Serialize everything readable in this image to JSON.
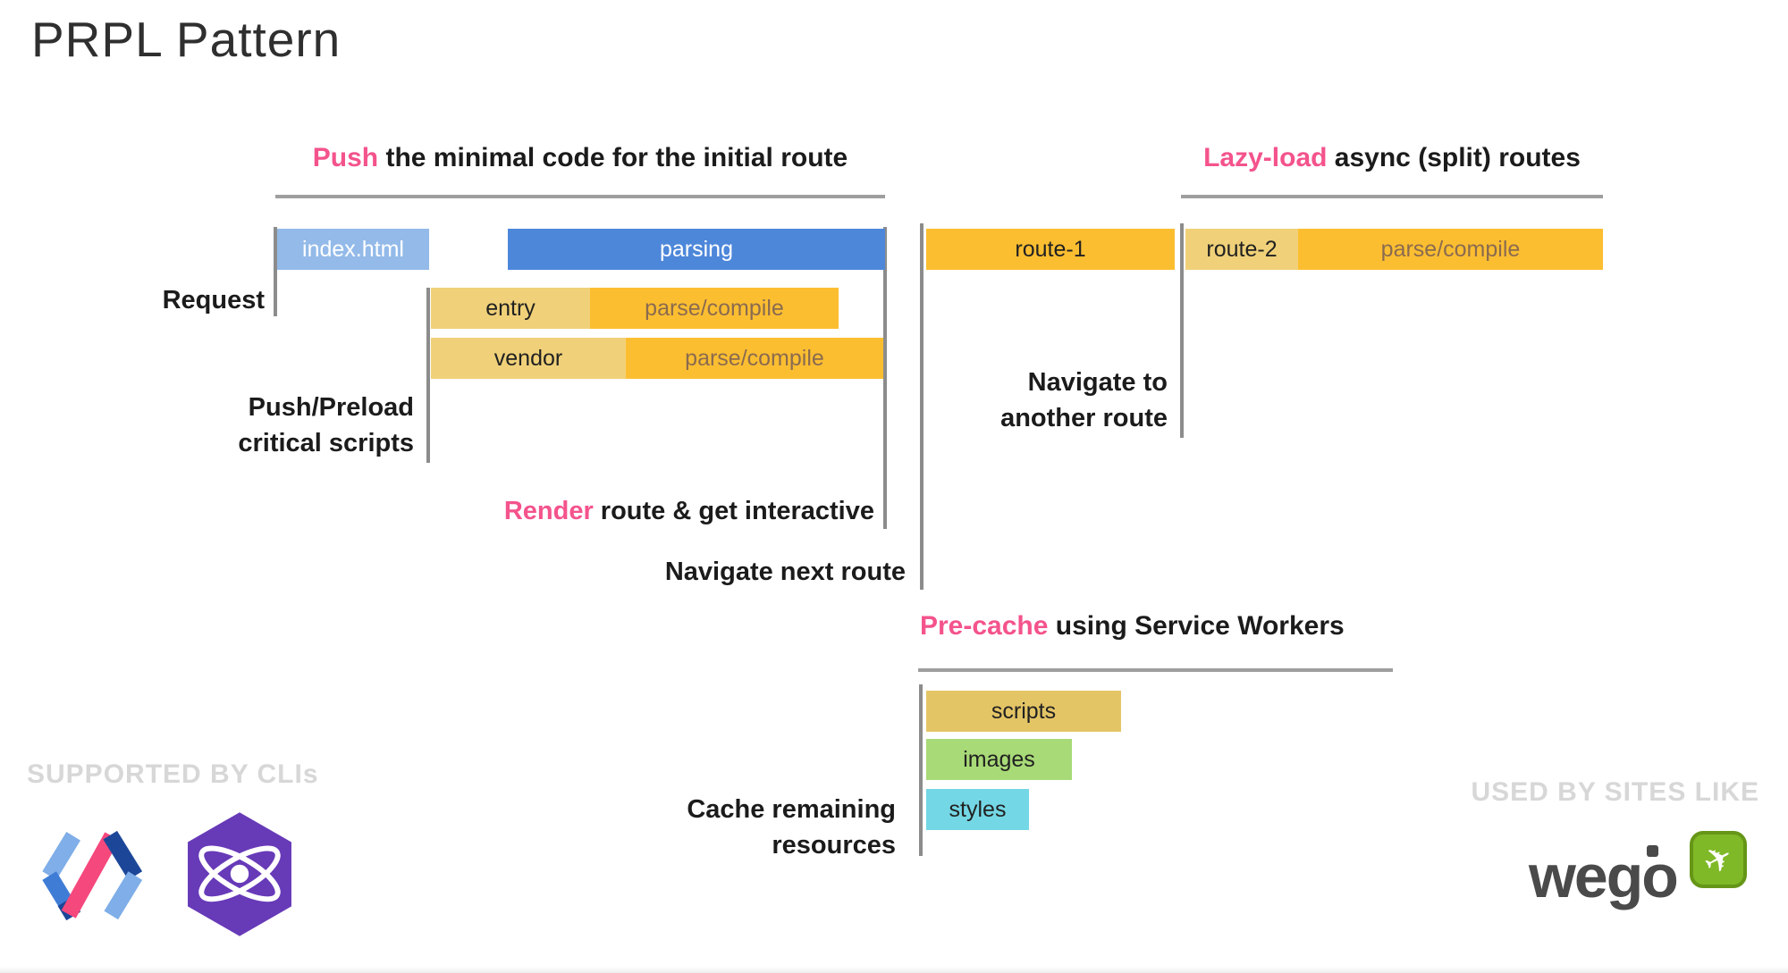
{
  "title": "PRPL Pattern",
  "colors": {
    "pink": "#f4538c",
    "blue-light": "#93bae9",
    "blue": "#4d87da",
    "yellow-light": "#f0d179",
    "orange": "#fcbe31",
    "gold": "#e4c566",
    "green": "#a8da77",
    "cyan": "#74d7e5",
    "line-gray": "#8c8c8c",
    "underline-gray": "#9e9e9e",
    "parse-text": "#8a6b4f",
    "footer-gray": "#d7d7d7",
    "wego-gray": "#4a4a4a",
    "wego-green": "#7fb927",
    "preact-purple": "#673ab8"
  },
  "sections": {
    "push": {
      "accent": "Push",
      "rest": " the minimal code for the initial route"
    },
    "lazy": {
      "accent": "Lazy-load",
      "rest": " async (split) routes"
    },
    "precache": {
      "accent": "Pre-cache",
      "rest": " using Service Workers"
    }
  },
  "labels": {
    "request": "Request",
    "push_preload_line1": "Push/Preload",
    "push_preload_line2": "critical scripts",
    "render_accent": "Render",
    "render_rest": " route & get interactive",
    "navigate_next": "Navigate next route",
    "navigate_to_line1": "Navigate to",
    "navigate_to_line2": "another route",
    "cache_line1": "Cache remaining",
    "cache_line2": "resources"
  },
  "bars": {
    "index_html": "index.html",
    "parsing": "parsing",
    "entry": "entry",
    "vendor": "vendor",
    "parse_compile": "parse/compile",
    "route1": "route-1",
    "route2": "route-2",
    "scripts": "scripts",
    "images": "images",
    "styles": "styles"
  },
  "footer": {
    "supported": "SUPPORTED BY CLIs",
    "used": "USED BY SITES LIKE",
    "wego": "wego"
  }
}
